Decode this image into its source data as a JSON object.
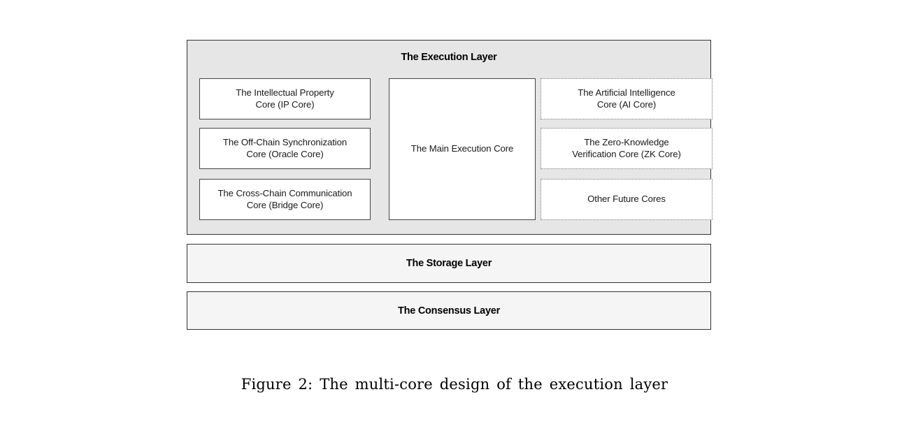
{
  "figure": {
    "caption": "Figure 2: The multi-core design of the execution layer"
  },
  "colors": {
    "execution_layer_fill": "#e6e6e6",
    "layer_bar_fill": "#f5f5f5",
    "box_fill": "#ffffff",
    "border_dark": "#333333",
    "border_solid_box": "#444444",
    "border_dotted_box": "#707070",
    "page_background": "#ffffff",
    "text": "#111111"
  },
  "execution_layer": {
    "title": "The Execution Layer",
    "left_column": [
      {
        "label": "The Intellectual Property\nCore (IP Core)",
        "line1": "The Intellectual Property",
        "line2": "Core (IP Core)",
        "border": "solid"
      },
      {
        "label": "The Off-Chain Synchronization\nCore (Oracle Core)",
        "line1": "The Off-Chain Synchronization",
        "line2": "Core (Oracle Core)",
        "border": "solid"
      },
      {
        "label": "The Cross-Chain Communication\nCore (Bridge Core)",
        "line1": "The Cross-Chain Communication",
        "line2": "Core (Bridge Core)",
        "border": "solid"
      }
    ],
    "center": {
      "label": "The Main Execution Core",
      "border": "solid"
    },
    "right_column": [
      {
        "label": "The Artificial Intelligence\nCore (AI Core)",
        "line1": "The Artificial Intelligence",
        "line2": "Core (AI Core)",
        "border": "dotted"
      },
      {
        "label": "The Zero-Knowledge\nVerification Core (ZK Core)",
        "line1": "The Zero-Knowledge",
        "line2": "Verification Core (ZK Core)",
        "border": "dotted"
      },
      {
        "label": "Other Future Cores",
        "line1": "Other Future Cores",
        "line2": "",
        "border": "dotted"
      }
    ]
  },
  "layers": [
    {
      "name": "storage",
      "label": "The Storage Layer"
    },
    {
      "name": "consensus",
      "label": "The Consensus Layer"
    }
  ]
}
